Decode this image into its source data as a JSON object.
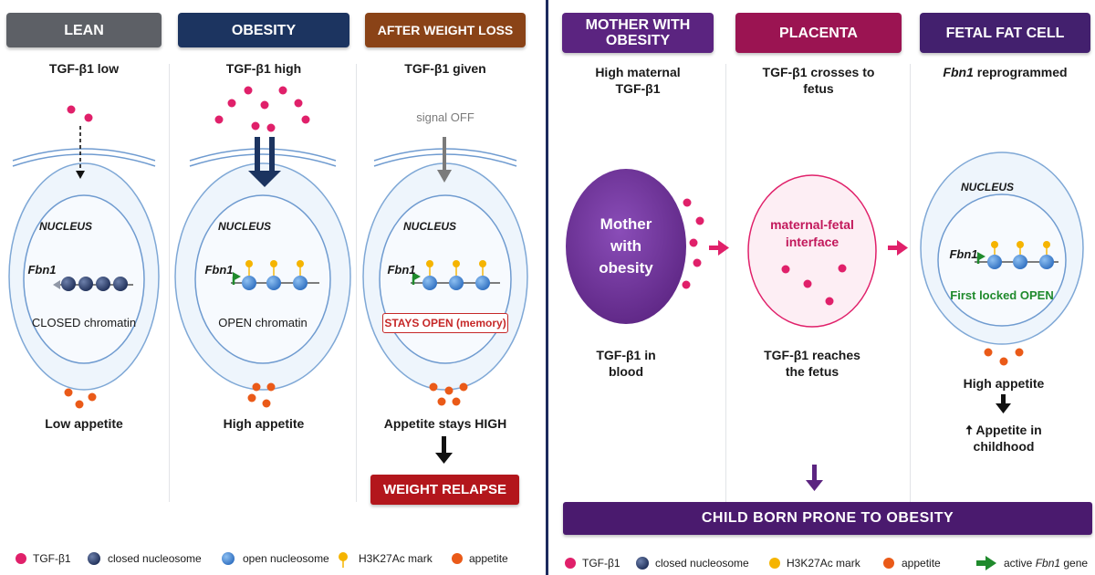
{
  "left_panel": {
    "columns": [
      {
        "header": "LEAN",
        "header_color": "#5d6066",
        "signal": "TGF-β1 low",
        "nucleus_label": "NUCLEUS",
        "gene": "Fbn1",
        "chromatin_state": "CLOSED chromatin",
        "outcome": "Low appetite"
      },
      {
        "header": "OBESITY",
        "header_color": "#1c3460",
        "signal": "TGF-β1 high",
        "nucleus_label": "NUCLEUS",
        "gene": "Fbn1",
        "chromatin_state": "OPEN chromatin",
        "outcome": "High appetite"
      },
      {
        "header": "AFTER WEIGHT LOSS",
        "header_color": "#8a4317",
        "signal": "TGF-β1 given",
        "signal_note": "signal OFF",
        "nucleus_label": "NUCLEUS",
        "gene": "Fbn1",
        "memory_note": "STAYS OPEN (memory)",
        "outcome": "Appetite stays HIGH",
        "result_button": "WEIGHT RELAPSE"
      }
    ],
    "legend": [
      "TGF-β1",
      "closed nucleosome",
      "open nucleosome",
      "H3K27Ac mark",
      "appetite"
    ]
  },
  "right_panel": {
    "columns": [
      {
        "header": "MOTHER WITH OBESITY",
        "header_color": "#5b2480",
        "subtitle": "High maternal TGF-β1",
        "oval_label": "Mother with obesity",
        "caption": "TGF-β1 in blood"
      },
      {
        "header": "PLACENTA",
        "header_color": "#9b1452",
        "subtitle": "TGF-β1 crosses to fetus",
        "oval_label": "maternal-fetal interface",
        "caption": "TGF-β1 reaches the fetus"
      },
      {
        "header": "FETAL FAT CELL",
        "header_color": "#43206e",
        "subtitle_gene": "Fbn1",
        "subtitle_rest": " reprogrammed",
        "nucleus_label": "NUCLEUS",
        "gene": "Fbn1",
        "state_note": "First locked OPEN",
        "outcome": "High appetite",
        "childhood_arrow": "🠅",
        "childhood_line1": "Appetite in",
        "childhood_line2": "childhood"
      }
    ],
    "banner": "CHILD BORN PRONE TO OBESITY",
    "legend": {
      "tgf": "TGF-β1",
      "closed": "closed nucleosome",
      "h3k": "H3K27Ac mark",
      "appetite": "appetite",
      "gene_prefix": "active ",
      "gene_name": "Fbn1",
      "gene_suffix": " gene"
    }
  },
  "colors": {
    "tgf": "#e0206a",
    "closed_nucleosome": "#2f4270",
    "open_nucleosome": "#3f7fd0",
    "h3k27ac": "#f5b400",
    "appetite": "#ea5a18",
    "active_gene": "#1f8a2c",
    "divider": "#1c2a5e"
  }
}
